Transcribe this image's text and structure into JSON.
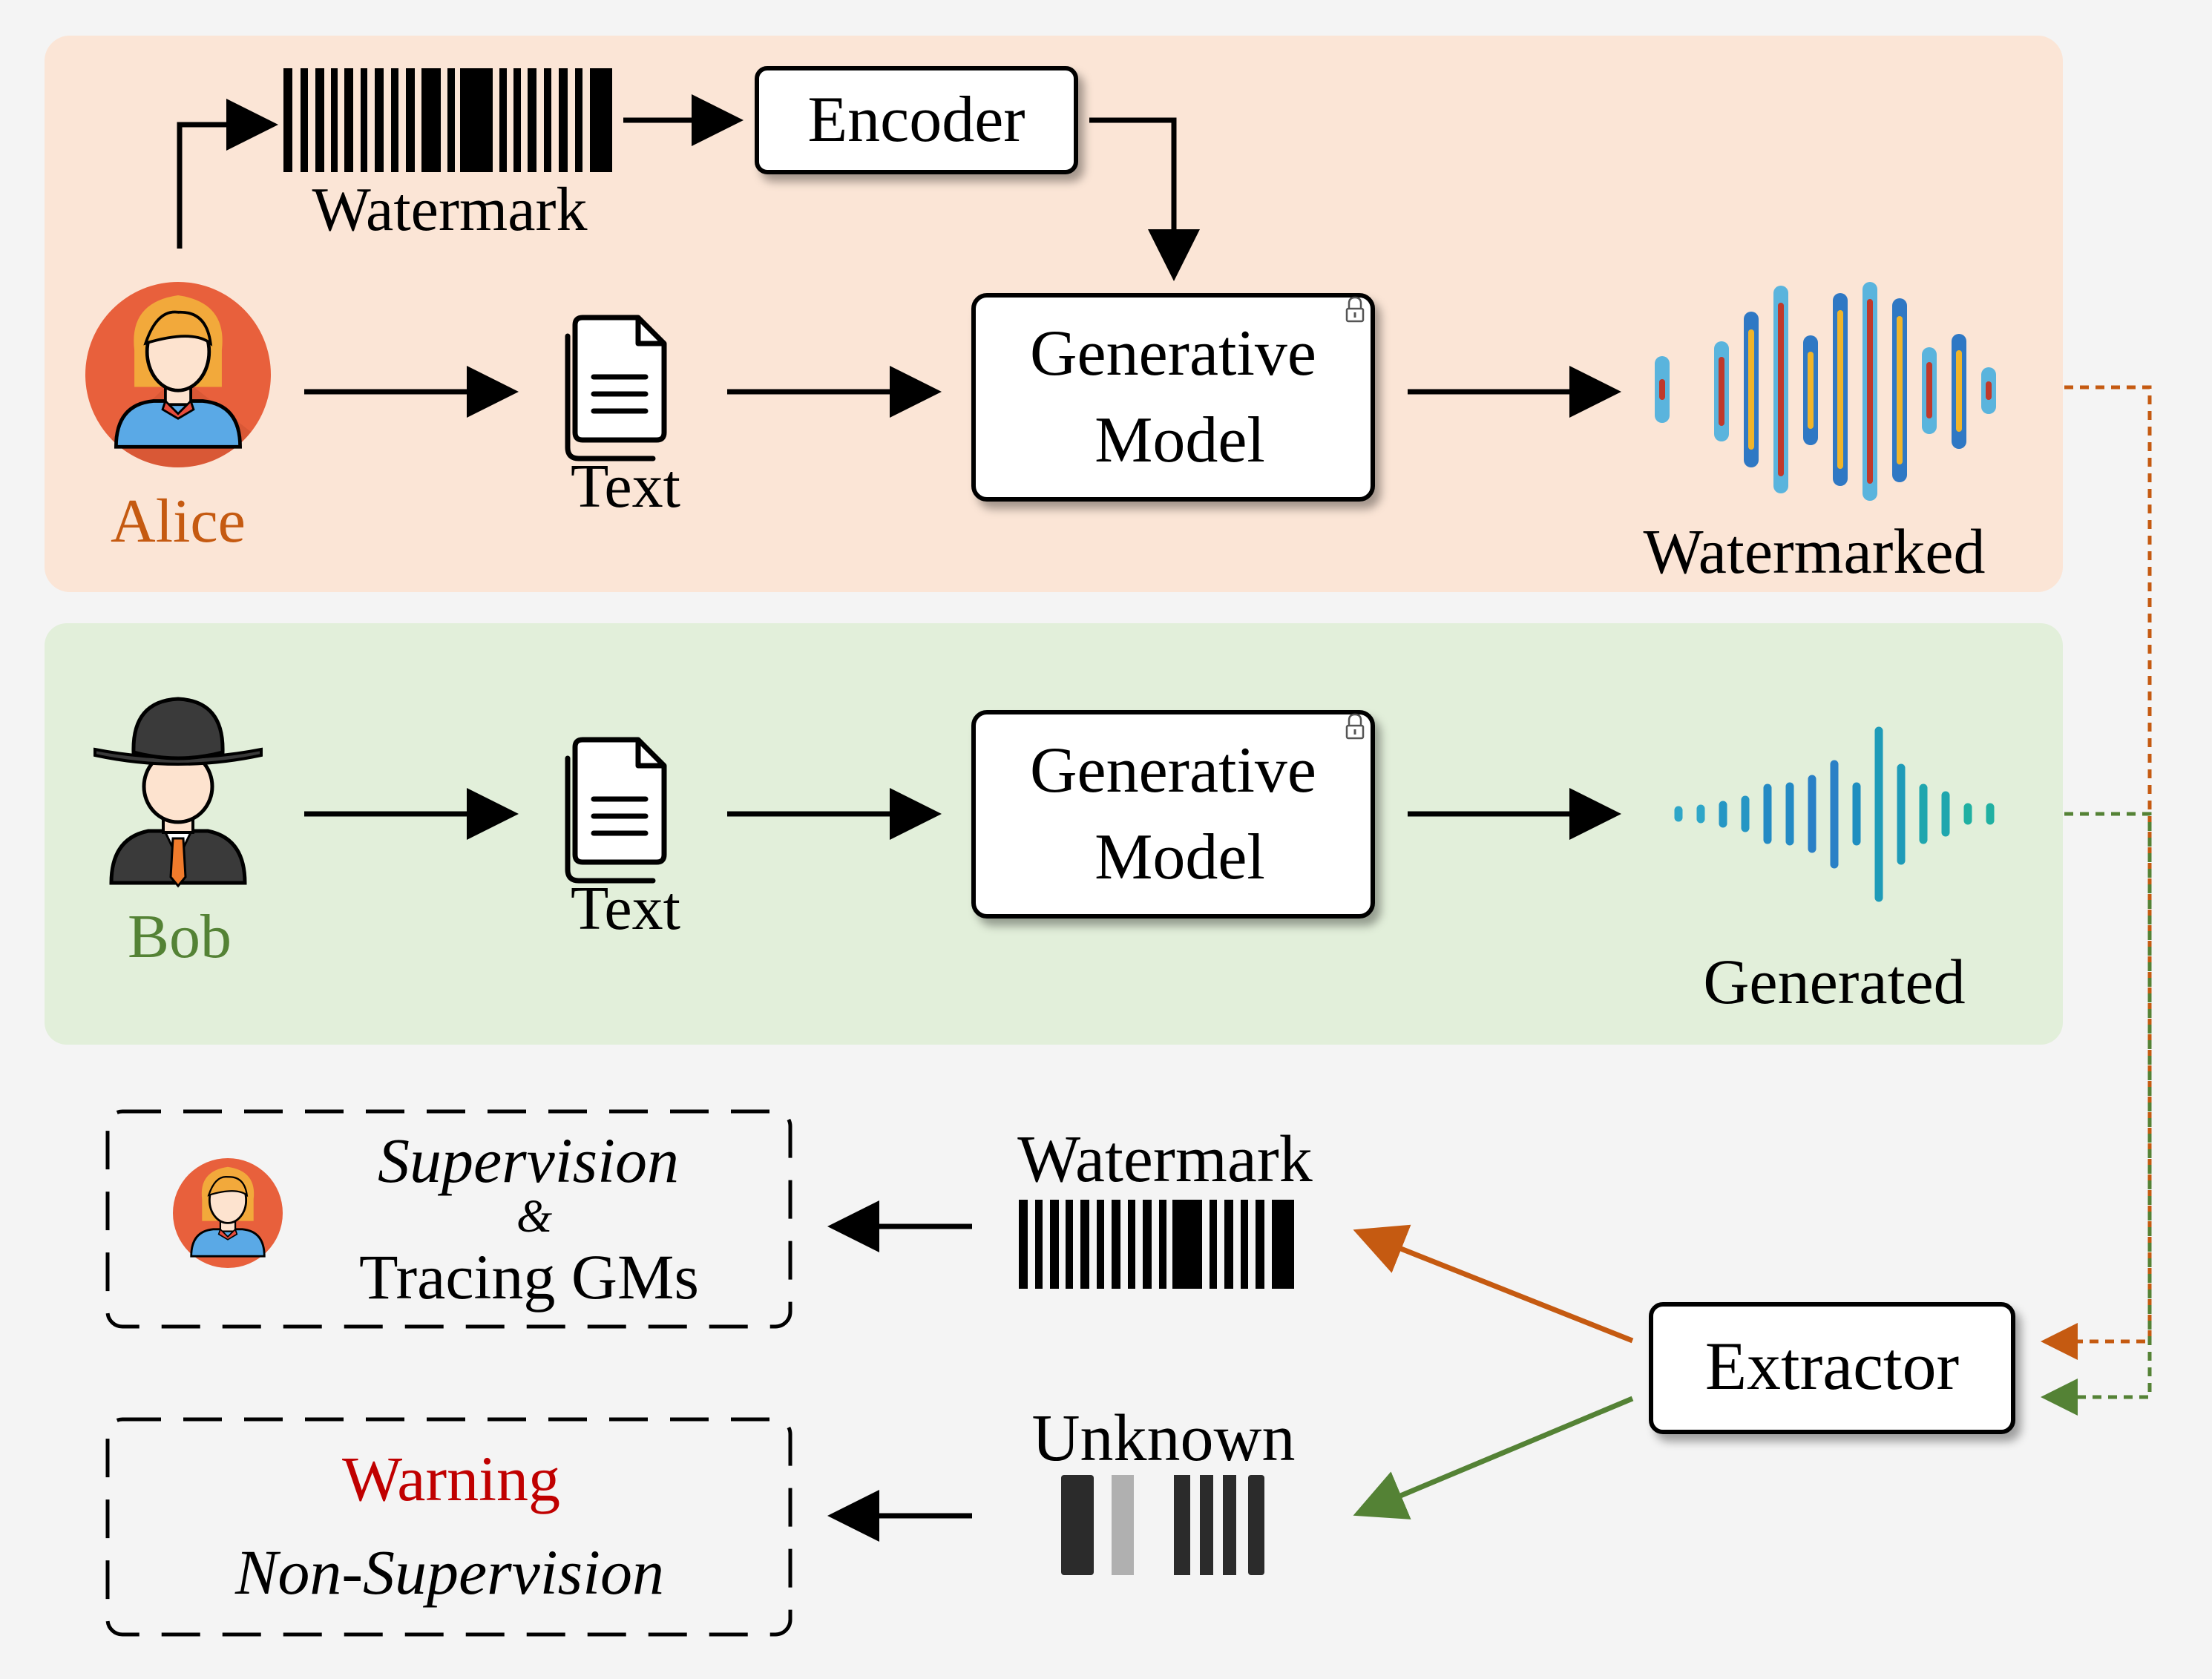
{
  "alice": {
    "name": "Alice",
    "watermark_label": "Watermark",
    "encoder_label": "Encoder",
    "text_label": "Text",
    "model_line1": "Generative",
    "model_line2": "Model",
    "output_label": "Watermarked"
  },
  "bob": {
    "name": "Bob",
    "text_label": "Text",
    "model_line1": "Generative",
    "model_line2": "Model",
    "output_label": "Generated"
  },
  "extraction": {
    "extractor_label": "Extractor",
    "watermark_label": "Watermark",
    "unknown_label": "Unknown"
  },
  "results": {
    "supervision_label": "Supervision",
    "ampersand": "&",
    "tracing_label": "Tracing GMs",
    "warning_label": "Warning",
    "non_supervision_label": "Non-Supervision"
  },
  "colors": {
    "alice_panel": "#fbe5d6",
    "bob_panel": "#e2efda",
    "background": "#f4f4f4",
    "alice_accent": "#c55a11",
    "bob_accent": "#548235",
    "warning": "#c00000"
  },
  "icons": {
    "alice": "alice-avatar-icon",
    "bob": "bob-avatar-icon",
    "document": "document-icon",
    "lock": "lock-icon",
    "barcode": "barcode-icon",
    "waveform_watermarked": "watermarked-waveform-icon",
    "waveform_generated": "generated-waveform-icon"
  }
}
